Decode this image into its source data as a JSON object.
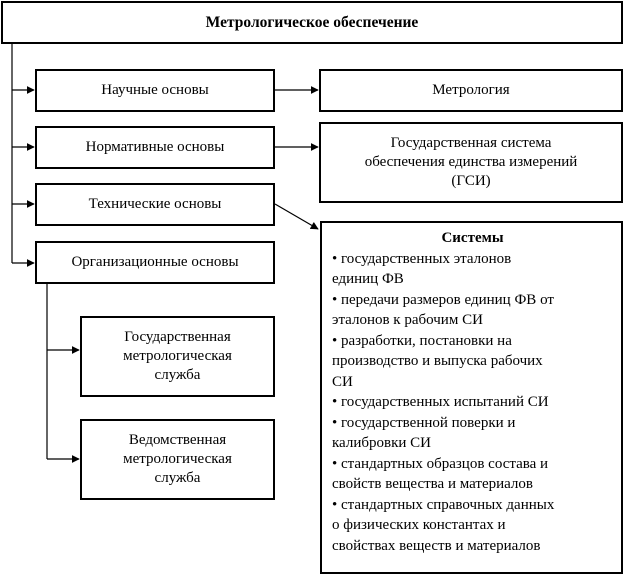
{
  "title": "Метрологическое обеспечение",
  "foundations": [
    {
      "label": "Научные основы"
    },
    {
      "label": "Нормативные основы"
    },
    {
      "label": "Технические основы"
    },
    {
      "label": "Организационные основы"
    }
  ],
  "metrology": {
    "label": "Метрология"
  },
  "gsi": {
    "line1": "Государственная система",
    "line2": "обеспечения единства измерений",
    "line3": "(ГСИ)"
  },
  "state_service": {
    "line1": "Государственная",
    "line2": "метрологическая",
    "line3": "служба"
  },
  "departmental_service": {
    "line1": "Ведомственная",
    "line2": "метрологическая",
    "line3": "служба"
  },
  "systems": {
    "title": "Системы",
    "lines": [
      "• государственных эталонов",
      "единиц ФВ",
      "• передачи размеров единиц ФВ от",
      "эталонов к рабочим СИ",
      "• разработки, постановки на",
      "производство и выпуска рабочих",
      "СИ",
      "• государственных испытаний СИ",
      "• государственной поверки и",
      "калибровки СИ",
      "• стандартных образцов состава и",
      "свойств вещества и материалов",
      "• стандартных справочных данных",
      "о физических константах и",
      "свойствах веществ и материалов"
    ]
  }
}
